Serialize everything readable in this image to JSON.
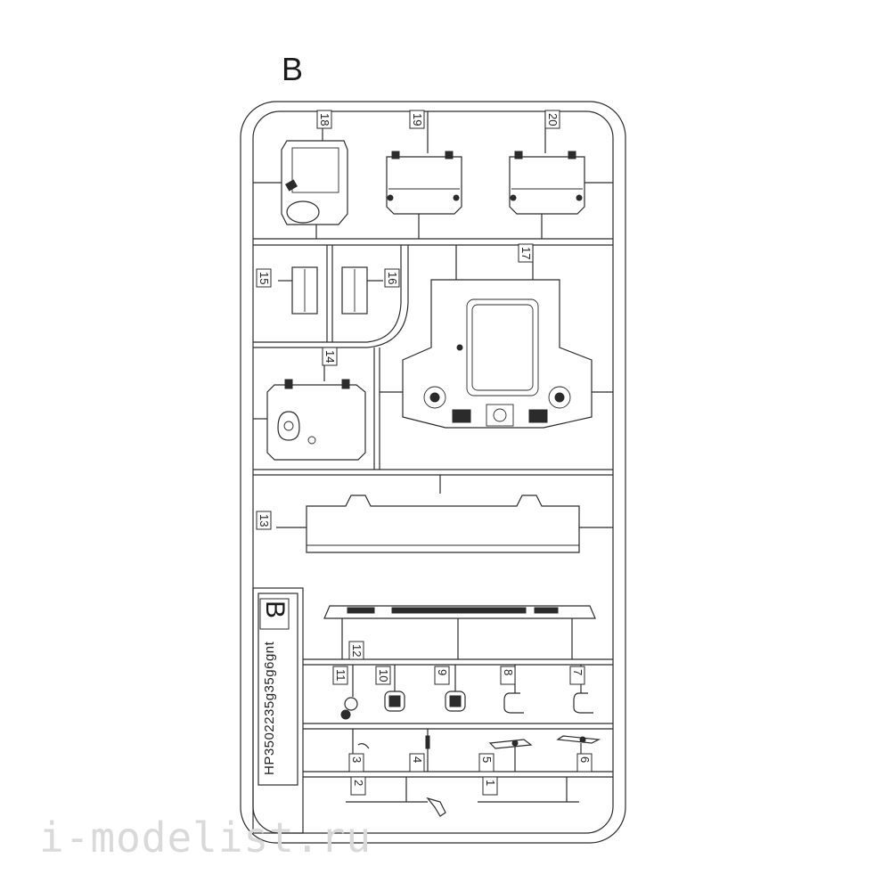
{
  "sprue": {
    "letter": "B",
    "code": "HP3502235g35g6gnt",
    "frame_letter": "B"
  },
  "watermark": "i-modelist.ru",
  "parts": [
    {
      "number": "1"
    },
    {
      "number": "2"
    },
    {
      "number": "3"
    },
    {
      "number": "4"
    },
    {
      "number": "5"
    },
    {
      "number": "6"
    },
    {
      "number": "7"
    },
    {
      "number": "8"
    },
    {
      "number": "9"
    },
    {
      "number": "10"
    },
    {
      "number": "11"
    },
    {
      "number": "12"
    },
    {
      "number": "13"
    },
    {
      "number": "14"
    },
    {
      "number": "15"
    },
    {
      "number": "16"
    },
    {
      "number": "17"
    },
    {
      "number": "18"
    },
    {
      "number": "19"
    },
    {
      "number": "20"
    }
  ]
}
